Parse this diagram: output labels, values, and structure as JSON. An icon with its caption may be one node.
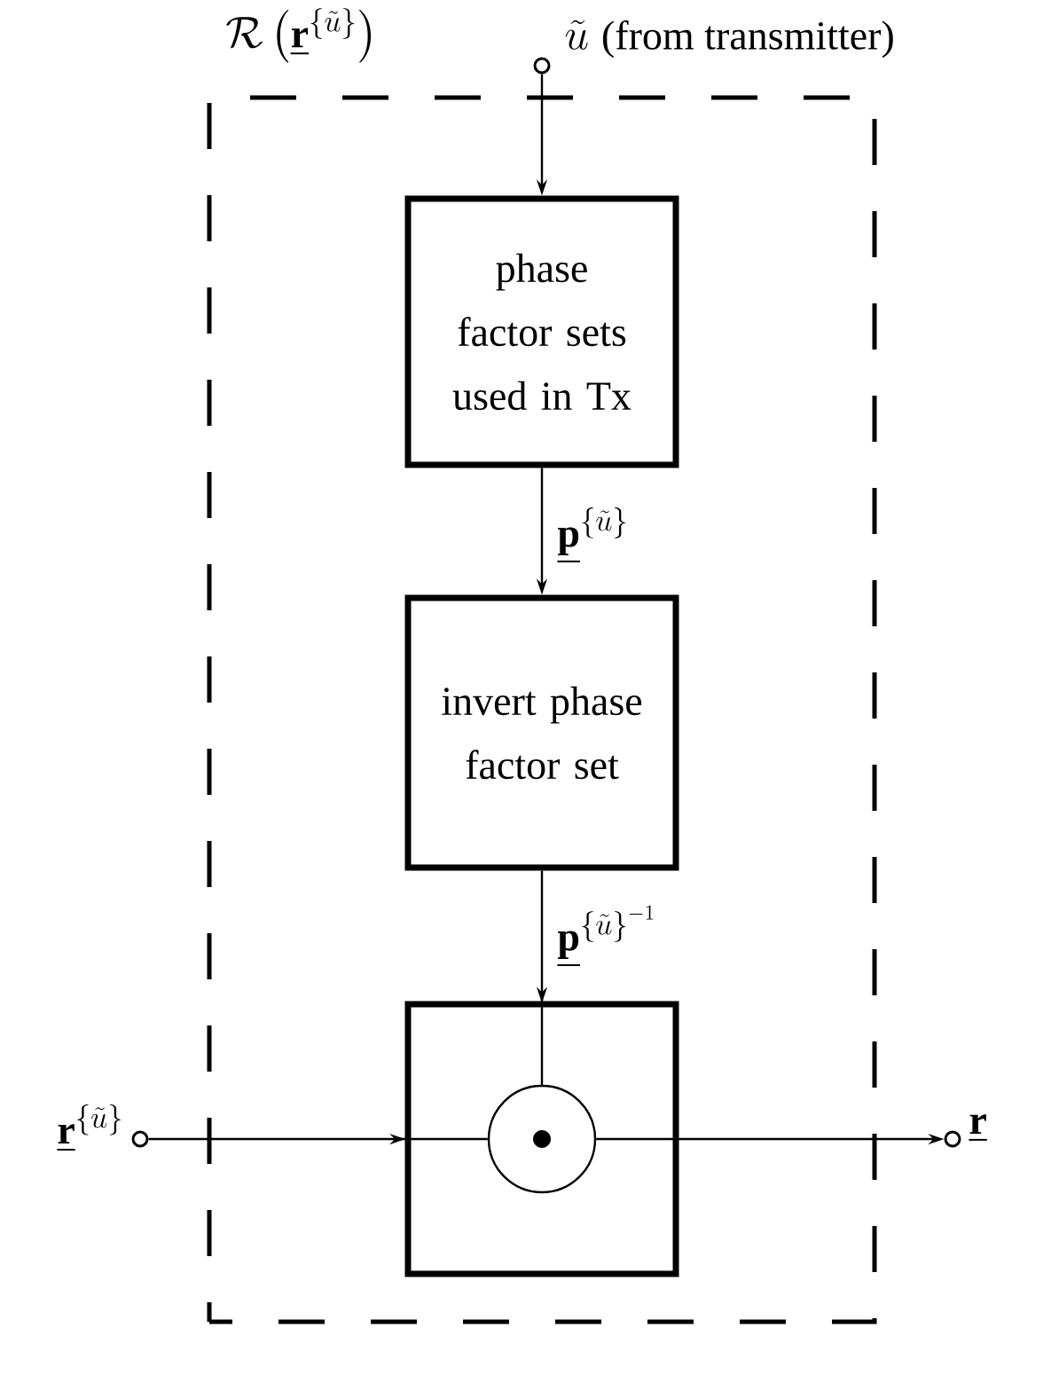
{
  "diagram": {
    "nodes": [
      {
        "text": [
          "\\mathcal{R}\\left(\\underline{\\mathbf{r}}^{\\{\\tilde{u}\\}}\\right)"
        ]
      },
      {
        "text": [],
        "shape": "circle",
        "beside": [
          "\\tilde{u}\\;\\text{(from transmitter)}"
        ]
      },
      {
        "text": [
          "phase factor sets used in Tx"
        ],
        "in": 0
      },
      {
        "text": [
          "invert phase factor set"
        ],
        "in": 0
      },
      {
        "text": [],
        "shape": "box",
        "in": 0
      },
      {
        "text": [],
        "shape": "circle",
        "in": 4
      },
      {
        "text": [],
        "shape": "circle",
        "beside": [
          "\\underline{\\mathbf{r}}^{\\{\\tilde{u}\\}}"
        ]
      },
      {
        "text": [],
        "shape": "circle",
        "beside": [
          "\\underline{\\mathbf{r}}"
        ]
      }
    ],
    "edges": [
      {
        "from": 1,
        "to": 2,
        "arrow": "to"
      },
      {
        "from": 2,
        "to": 3,
        "arrow": "to",
        "label": "\\underline{\\mathbf{p}}^{\\{\\tilde{u}\\}}"
      },
      {
        "from": 3,
        "to": 5,
        "arrow": "to",
        "label": "\\underline{\\mathbf{p}}^{{\\{\\tilde{u}\\}}^{-1}}"
      },
      {
        "from": 6,
        "to": 5,
        "arrow": "to"
      },
      {
        "from": 5,
        "to": 7,
        "arrow": "to"
      }
    ]
  }
}
